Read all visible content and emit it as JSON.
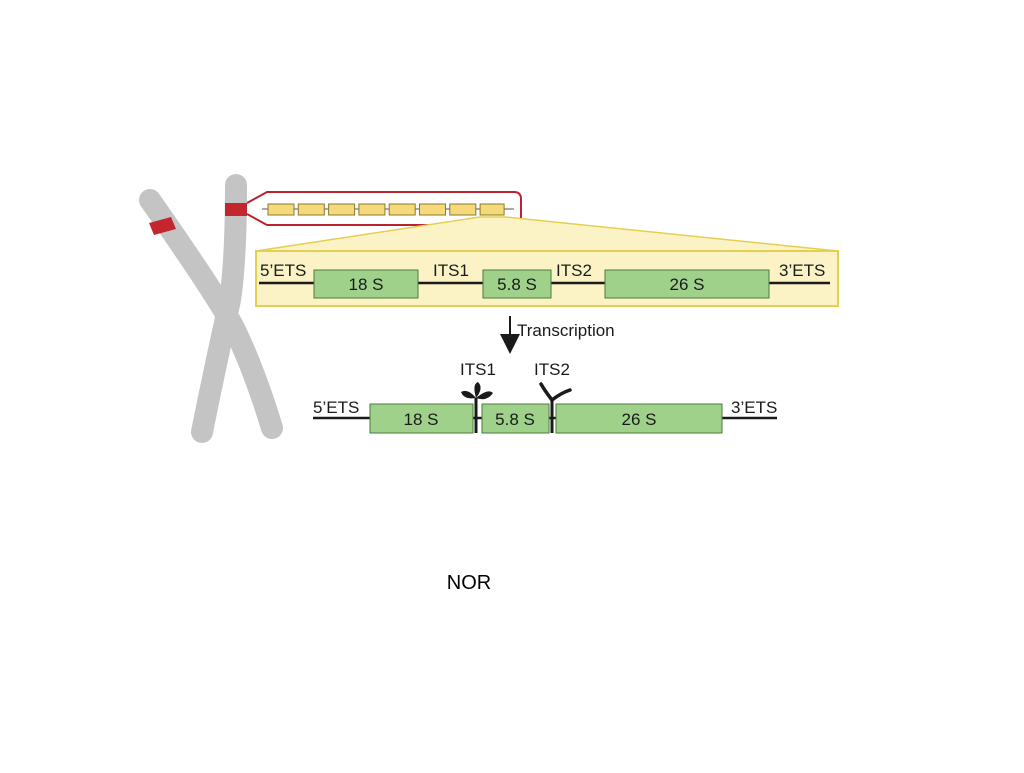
{
  "colors": {
    "chromosome": "#c4c4c4",
    "nor_band": "#c4262e",
    "callout_border": "#b8232d",
    "repeat_fill": "#f5d97a",
    "repeat_border": "#8a7a30",
    "zoom_fill": "#fbf3c6",
    "zoom_border": "#e4cf52",
    "gene_fill": "#9fd18b",
    "gene_border": "#4b7a3b",
    "line": "#1a1a1a"
  },
  "gene_unit": {
    "labels": {
      "ets5": "5’ETS",
      "its1": "ITS1",
      "its2": "ITS2",
      "ets3": "3’ETS"
    },
    "boxes": {
      "s18": "18 S",
      "s58": "5.8 S",
      "s26": "26 S"
    }
  },
  "transcription": {
    "label": "Transcription"
  },
  "transcript": {
    "labels": {
      "ets5": "5’ETS",
      "its1": "ITS1",
      "its2": "ITS2",
      "ets3": "3’ETS"
    },
    "boxes": {
      "s18": "18 S",
      "s58": "5.8 S",
      "s26": "26 S"
    }
  },
  "caption": "NOR"
}
